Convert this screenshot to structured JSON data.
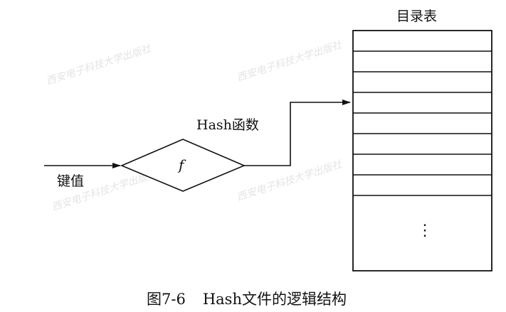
{
  "diagram": {
    "input_label": "键值",
    "function_name": "Hash函数",
    "function_symbol": "f",
    "directory_title": "目录表",
    "directory_ellipsis": "⋮",
    "directory_row_count": 8,
    "stroke_color": "#111111"
  },
  "watermark": {
    "text": "西安电子科技大学出版社",
    "color": "#e4e4e4"
  },
  "caption": {
    "figure_number": "图7-6",
    "title": "Hash文件的逻辑结构"
  }
}
